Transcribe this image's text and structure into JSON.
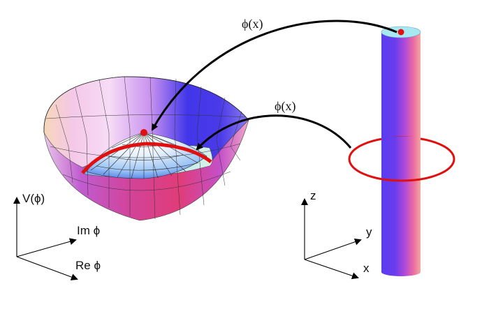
{
  "potential_axes": {
    "vertical_label": "V(ϕ)",
    "imag_label": "Im ϕ",
    "real_label": "Re ϕ"
  },
  "space_axes": {
    "z_label": "z",
    "y_label": "y",
    "x_label": "x"
  },
  "arrows": {
    "upper_label": "ϕ(x)",
    "lower_label": "ϕ(x)"
  },
  "colors": {
    "marker": "#e01010",
    "ring": "#e01010",
    "bowl_magenta": "#e0407a",
    "bowl_blue": "#3a2ee0",
    "bowl_light": "#f3d8f0",
    "cylinder_cap": "#a8e8f0",
    "arrow": "#000000"
  }
}
